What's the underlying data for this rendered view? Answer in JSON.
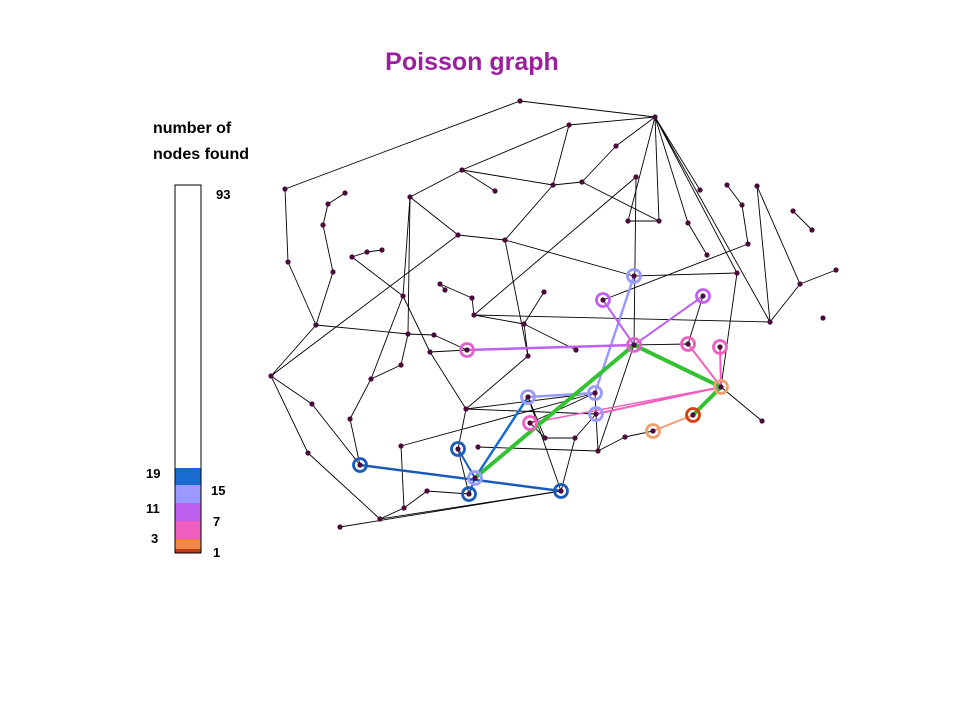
{
  "title": "Poisson graph",
  "legend": {
    "label_line1": "number of",
    "label_line2": "nodes found",
    "tick_top": "93",
    "ticks_left": [
      "19",
      "11",
      "3"
    ],
    "ticks_right": [
      "15",
      "7",
      "1"
    ],
    "scale_max": 93,
    "bands": [
      {
        "from": 0,
        "to": 1,
        "color": "#c0391b"
      },
      {
        "from": 1,
        "to": 3,
        "color": "#f08a4b"
      },
      {
        "from": 3,
        "to": 7,
        "color": "#f05fc0"
      },
      {
        "from": 7,
        "to": 11,
        "color": "#c060f0"
      },
      {
        "from": 11,
        "to": 15,
        "color": "#9999ff"
      },
      {
        "from": 15,
        "to": 19,
        "color": "#1a6bd0"
      },
      {
        "from": 19,
        "to": 93,
        "color": "#ffffff"
      }
    ]
  },
  "colors": {
    "node": "#4a0b3b",
    "edge": "#000000",
    "search_path": "#33c233",
    "ring_dark_blue": "#1a5bb8",
    "ring_blue": "#1a6bd0",
    "ring_lavender": "#9999ff",
    "ring_purple": "#c060f0",
    "ring_magenta": "#e060d0",
    "ring_pink": "#f05fc0",
    "ring_orange": "#f0a070",
    "ring_red": "#d84010"
  }
}
